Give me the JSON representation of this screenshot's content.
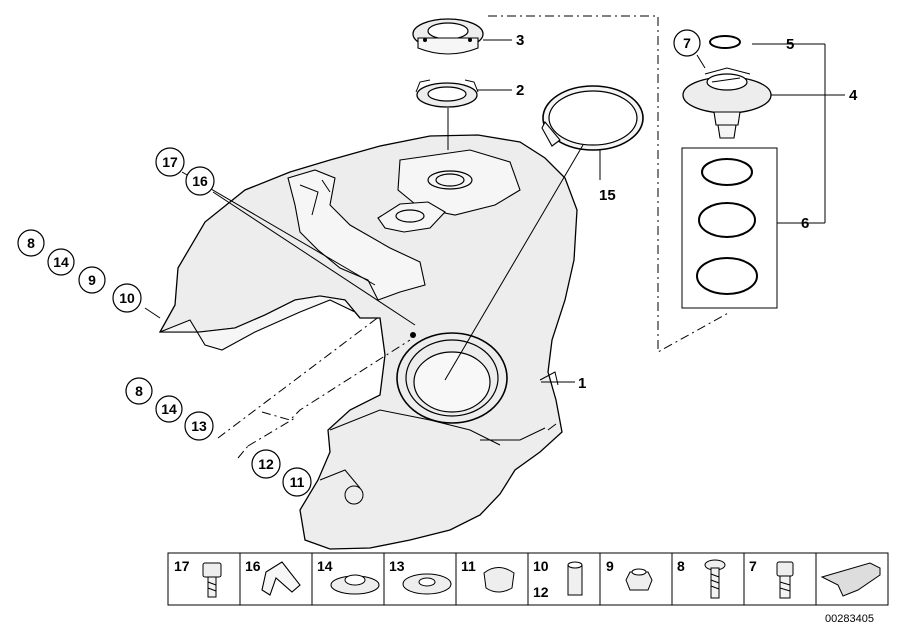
{
  "callouts": [
    {
      "id": "c1",
      "label": "1"
    },
    {
      "id": "c2",
      "label": "2"
    },
    {
      "id": "c3",
      "label": "3"
    },
    {
      "id": "c4",
      "label": "4"
    },
    {
      "id": "c5",
      "label": "5"
    },
    {
      "id": "c6",
      "label": "6"
    },
    {
      "id": "c7",
      "label": "7"
    },
    {
      "id": "c8a",
      "label": "8"
    },
    {
      "id": "c14a",
      "label": "14"
    },
    {
      "id": "c9",
      "label": "9"
    },
    {
      "id": "c10",
      "label": "10"
    },
    {
      "id": "c8b",
      "label": "8"
    },
    {
      "id": "c14b",
      "label": "14"
    },
    {
      "id": "c13",
      "label": "13"
    },
    {
      "id": "c12",
      "label": "12"
    },
    {
      "id": "c11",
      "label": "11"
    },
    {
      "id": "c15",
      "label": "15"
    },
    {
      "id": "c16",
      "label": "16"
    },
    {
      "id": "c17",
      "label": "17"
    }
  ],
  "parts_strip": [
    {
      "label": "17",
      "icon": "screw-icon"
    },
    {
      "label": "16",
      "icon": "clip-icon"
    },
    {
      "label": "14",
      "icon": "grommet-icon"
    },
    {
      "label": "13",
      "icon": "washer-icon"
    },
    {
      "label": "11",
      "icon": "cap-icon"
    },
    {
      "label": "10",
      "label2": "12",
      "icon": "sleeve-icon"
    },
    {
      "label": "9",
      "icon": "rubber-bushing-icon"
    },
    {
      "label": "8",
      "icon": "slotted-screw-icon"
    },
    {
      "label": "7",
      "icon": "hex-bolt-icon"
    },
    {
      "label": "",
      "icon": "direction-arrow-icon"
    }
  ],
  "doc_number": "00283405"
}
